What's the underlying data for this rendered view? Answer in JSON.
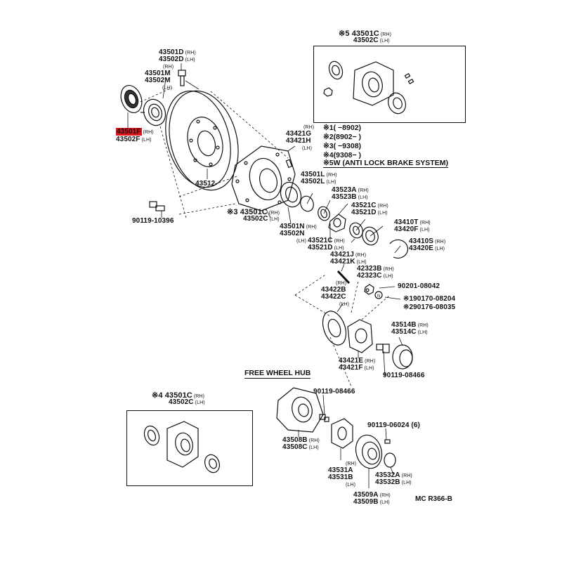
{
  "colors": {
    "highlight": "#e0141c",
    "ink": "#111111",
    "background": "#ffffff"
  },
  "legend": [
    {
      "mark": "※1",
      "text": "(      −8902)"
    },
    {
      "mark": "※2",
      "text": "(8902−      )"
    },
    {
      "mark": "※3",
      "text": "(      −9308)"
    },
    {
      "mark": "※4",
      "text": "(9308−      )"
    },
    {
      "mark": "※5",
      "text": "W (ANTI LOCK BRAKE SYSTEM)"
    }
  ],
  "headings": {
    "free_wheel_hub": "FREE WHEEL HUB"
  },
  "code": "MC  R366-B",
  "marks": {
    "m3": "※3",
    "m4": "※4",
    "m5": "※5",
    "m1": "※1",
    "m2": "※2"
  },
  "side": {
    "rh": "(RH)",
    "lh": "(LH)"
  },
  "parts": {
    "p43501D": "43501D",
    "p43502D": "43502D",
    "p43501M": "43501M",
    "p43502M": "43502M",
    "p43501F": "43501F",
    "p43502F": "43502F",
    "p90119_10396": "90119-10396",
    "p43512": "43512",
    "p43421G": "43421G",
    "p43421H": "43421H",
    "p43501L": "43501L",
    "p43502L": "43502L",
    "p43501C": "43501C",
    "p43502C": "43502C",
    "p43501N": "43501N",
    "p43502N": "43502N",
    "p43523A": "43523A",
    "p43523B": "43523B",
    "p43521C": "43521C",
    "p43521D": "43521D",
    "p43410T": "43410T",
    "p43420F": "43420F",
    "p43410S": "43410S",
    "p43420E": "43420E",
    "p43421J": "43421J",
    "p43421K": "43421K",
    "p42323B": "42323B",
    "p42323C": "42323C",
    "p90201_08042": "90201-08042",
    "p90170_08204": "90170-08204",
    "p90176_08035": "90176-08035",
    "p43422B": "43422B",
    "p43422C": "43422C",
    "p43514B": "43514B",
    "p43514C": "43514C",
    "p43421E": "43421E",
    "p43421F": "43421F",
    "p90119_08466": "90119-08466",
    "p90119_06024": "90119-06024",
    "q6": "(6)",
    "p43508B": "43508B",
    "p43508C": "43508C",
    "p43531A": "43531A",
    "p43531B": "43531B",
    "p43532A": "43532A",
    "p43532B": "43532B",
    "p43509A": "43509A",
    "p43509B": "43509B"
  }
}
